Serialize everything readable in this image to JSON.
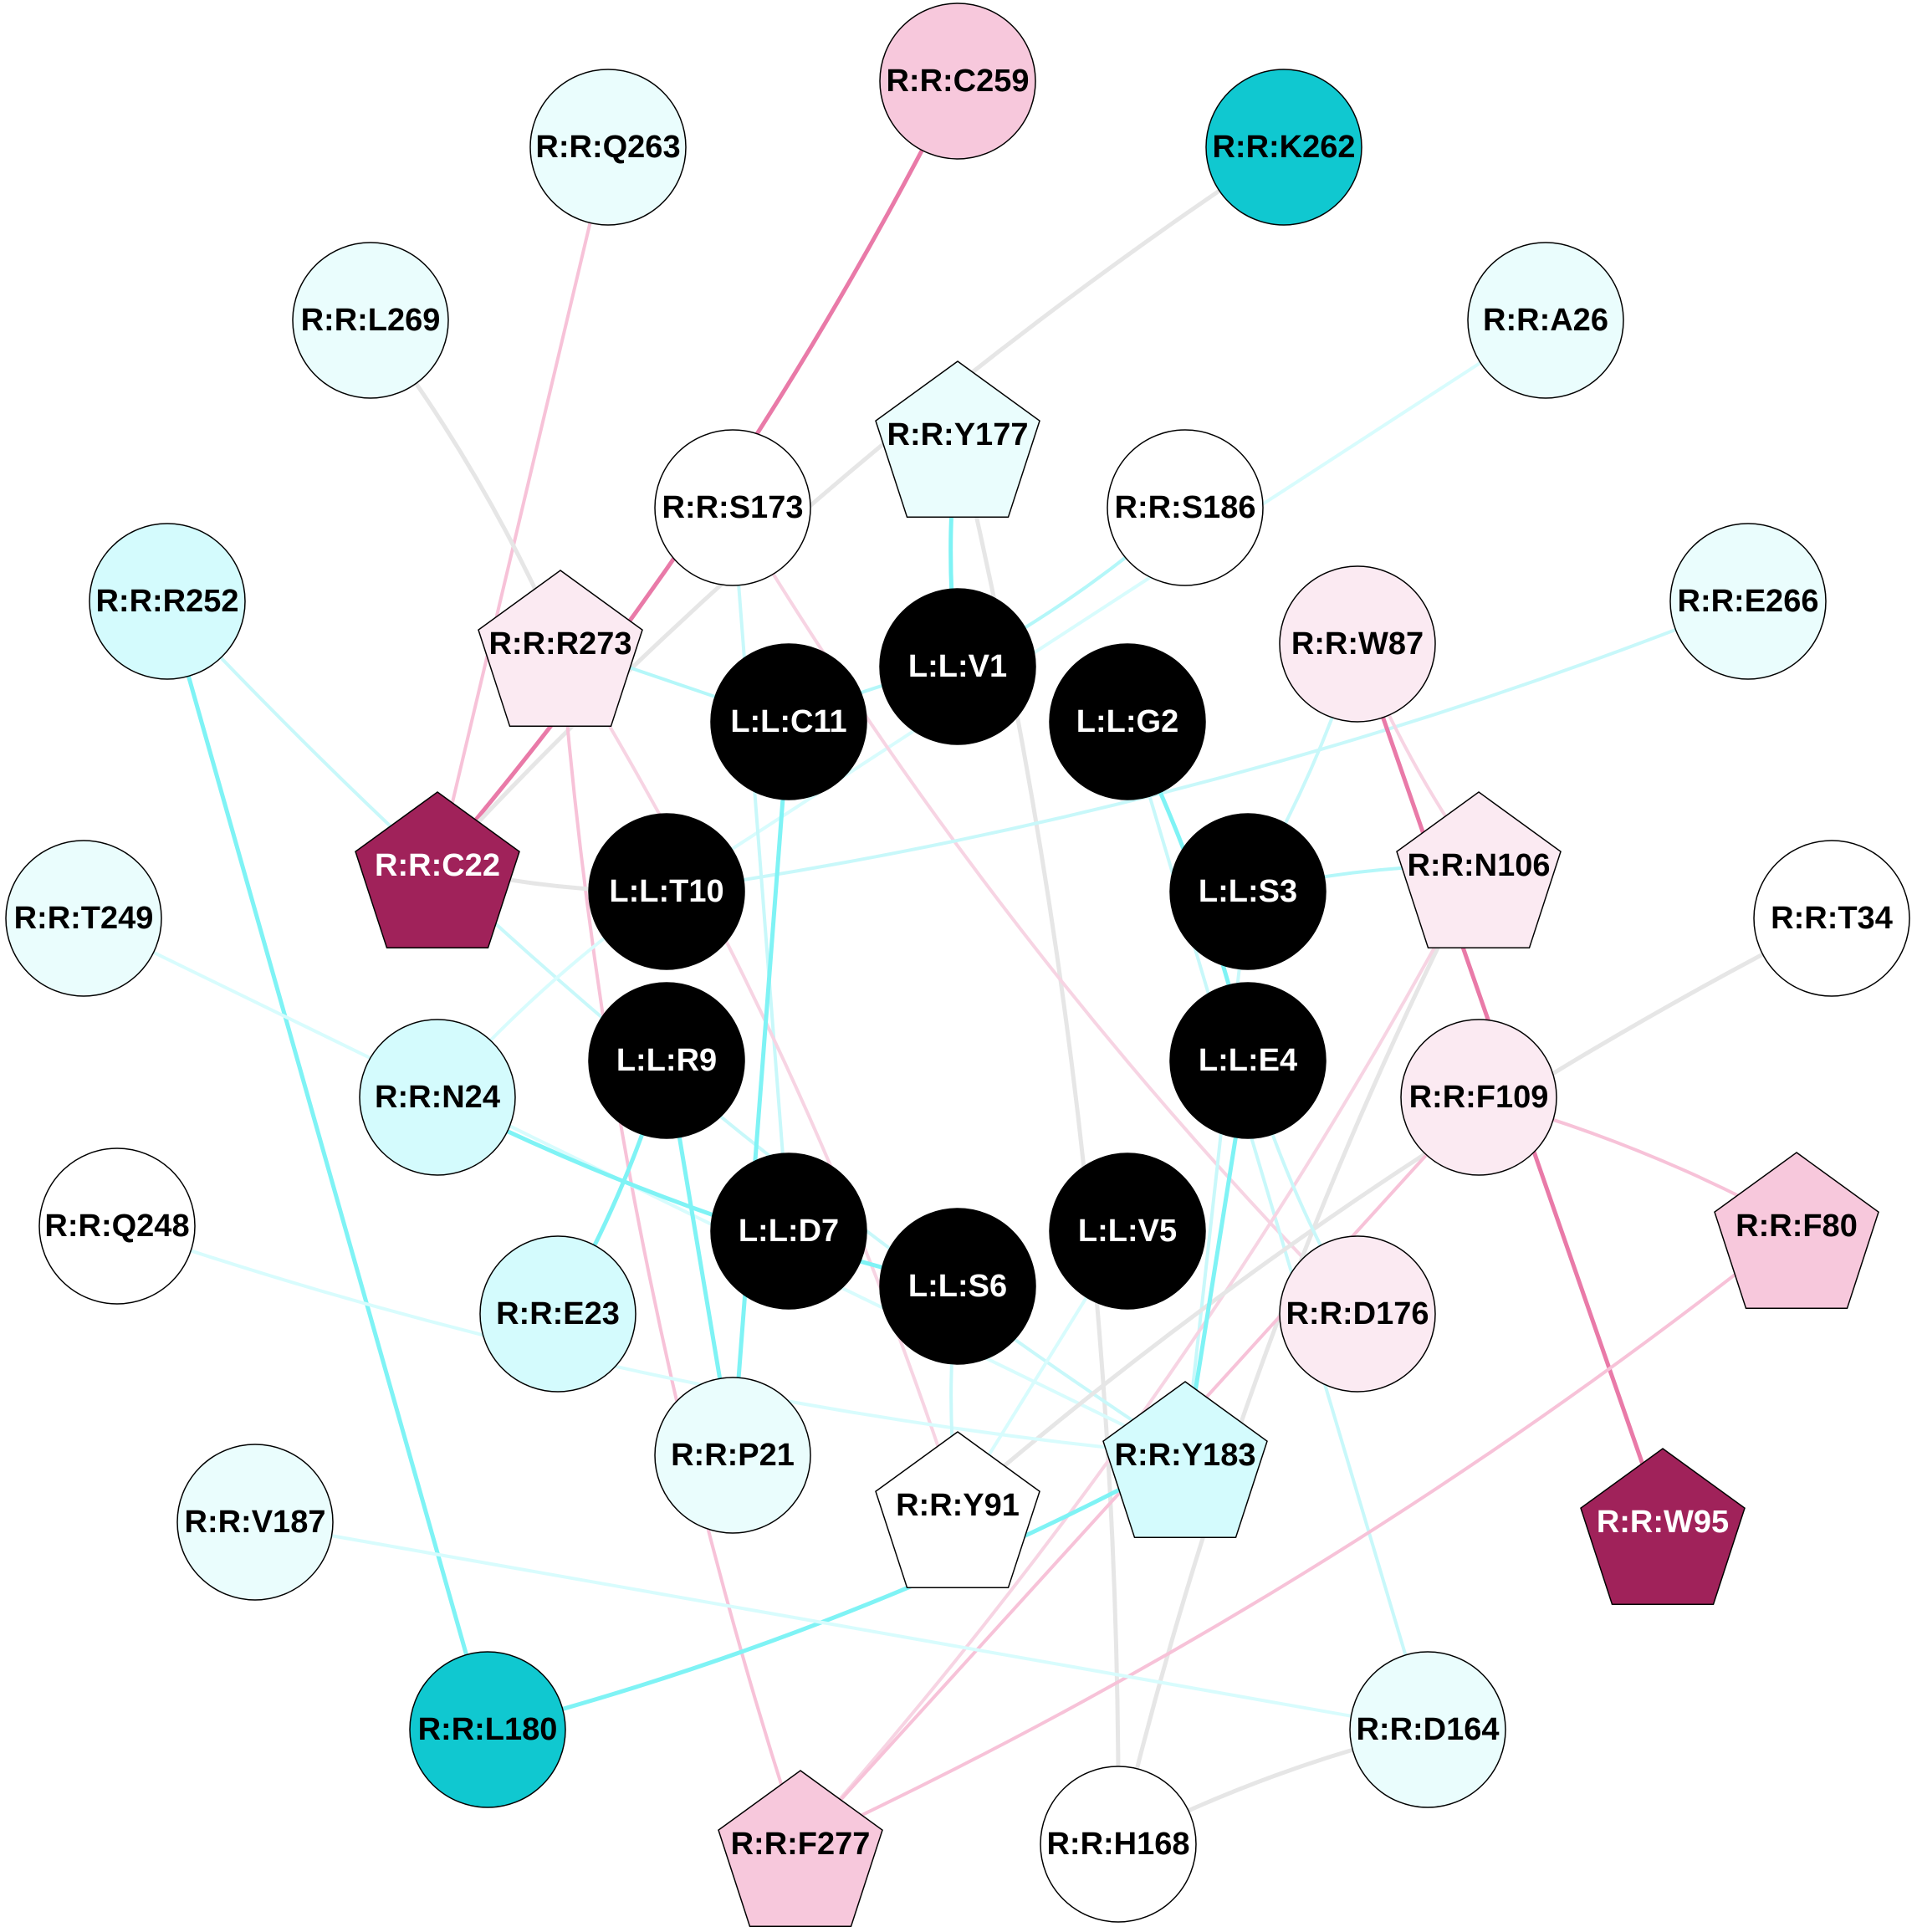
{
  "nodes": [
    {
      "id": "C259",
      "label": "R:R:C259",
      "shape": "circle",
      "fill": "#f7c8dc",
      "text": "#000000"
    },
    {
      "id": "Q263",
      "label": "R:R:Q263",
      "shape": "circle",
      "fill": "#eafdfd",
      "text": "#000000"
    },
    {
      "id": "K262",
      "label": "R:R:K262",
      "shape": "circle",
      "fill": "#10c8d0",
      "text": "#000000"
    },
    {
      "id": "L269",
      "label": "R:R:L269",
      "shape": "circle",
      "fill": "#eafdfd",
      "text": "#000000"
    },
    {
      "id": "A26",
      "label": "R:R:A26",
      "shape": "circle",
      "fill": "#eafdfd",
      "text": "#000000"
    },
    {
      "id": "Y177",
      "label": "R:R:Y177",
      "shape": "pentagon",
      "fill": "#eafdfd",
      "text": "#000000"
    },
    {
      "id": "S173",
      "label": "R:R:S173",
      "shape": "circle",
      "fill": "#ffffff",
      "text": "#000000"
    },
    {
      "id": "S186",
      "label": "R:R:S186",
      "shape": "circle",
      "fill": "#ffffff",
      "text": "#000000"
    },
    {
      "id": "R252",
      "label": "R:R:R252",
      "shape": "circle",
      "fill": "#d4fbfd",
      "text": "#000000"
    },
    {
      "id": "E266",
      "label": "R:R:E266",
      "shape": "circle",
      "fill": "#eafdfd",
      "text": "#000000"
    },
    {
      "id": "R273",
      "label": "R:R:R273",
      "shape": "pentagon",
      "fill": "#fbeaf2",
      "text": "#000000"
    },
    {
      "id": "W87",
      "label": "R:R:W87",
      "shape": "circle",
      "fill": "#fbeaf2",
      "text": "#000000"
    },
    {
      "id": "V1",
      "label": "L:L:V1",
      "shape": "circle",
      "fill": "#000000",
      "text": "#ffffff"
    },
    {
      "id": "C11",
      "label": "L:L:C11",
      "shape": "circle",
      "fill": "#000000",
      "text": "#ffffff"
    },
    {
      "id": "G2",
      "label": "L:L:G2",
      "shape": "circle",
      "fill": "#000000",
      "text": "#ffffff"
    },
    {
      "id": "C22",
      "label": "R:R:C22",
      "shape": "pentagon",
      "fill": "#a0225a",
      "text": "#ffffff"
    },
    {
      "id": "N106",
      "label": "R:R:N106",
      "shape": "pentagon",
      "fill": "#fbeaf2",
      "text": "#000000"
    },
    {
      "id": "T10",
      "label": "L:L:T10",
      "shape": "circle",
      "fill": "#000000",
      "text": "#ffffff"
    },
    {
      "id": "S3",
      "label": "L:L:S3",
      "shape": "circle",
      "fill": "#000000",
      "text": "#ffffff"
    },
    {
      "id": "T249",
      "label": "R:R:T249",
      "shape": "circle",
      "fill": "#eafdfd",
      "text": "#000000"
    },
    {
      "id": "T34",
      "label": "R:R:T34",
      "shape": "circle",
      "fill": "#ffffff",
      "text": "#000000"
    },
    {
      "id": "R9",
      "label": "L:L:R9",
      "shape": "circle",
      "fill": "#000000",
      "text": "#ffffff"
    },
    {
      "id": "E4",
      "label": "L:L:E4",
      "shape": "circle",
      "fill": "#000000",
      "text": "#ffffff"
    },
    {
      "id": "N24",
      "label": "R:R:N24",
      "shape": "circle",
      "fill": "#d4fbfd",
      "text": "#000000"
    },
    {
      "id": "F109",
      "label": "R:R:F109",
      "shape": "circle",
      "fill": "#fbeaf2",
      "text": "#000000"
    },
    {
      "id": "Q248",
      "label": "R:R:Q248",
      "shape": "circle",
      "fill": "#ffffff",
      "text": "#000000"
    },
    {
      "id": "D7",
      "label": "L:L:D7",
      "shape": "circle",
      "fill": "#000000",
      "text": "#ffffff"
    },
    {
      "id": "V5",
      "label": "L:L:V5",
      "shape": "circle",
      "fill": "#000000",
      "text": "#ffffff"
    },
    {
      "id": "F80",
      "label": "R:R:F80",
      "shape": "pentagon",
      "fill": "#f7c8dc",
      "text": "#000000"
    },
    {
      "id": "S6",
      "label": "L:L:S6",
      "shape": "circle",
      "fill": "#000000",
      "text": "#ffffff"
    },
    {
      "id": "E23",
      "label": "R:R:E23",
      "shape": "circle",
      "fill": "#d4fbfd",
      "text": "#000000"
    },
    {
      "id": "D176",
      "label": "R:R:D176",
      "shape": "circle",
      "fill": "#fbeaf2",
      "text": "#000000"
    },
    {
      "id": "P21",
      "label": "R:R:P21",
      "shape": "circle",
      "fill": "#eafdfd",
      "text": "#000000"
    },
    {
      "id": "Y183",
      "label": "R:R:Y183",
      "shape": "pentagon",
      "fill": "#d4fbfd",
      "text": "#000000"
    },
    {
      "id": "Y91",
      "label": "R:R:Y91",
      "shape": "pentagon",
      "fill": "#ffffff",
      "text": "#000000"
    },
    {
      "id": "V187",
      "label": "R:R:V187",
      "shape": "circle",
      "fill": "#eafdfd",
      "text": "#000000"
    },
    {
      "id": "W95",
      "label": "R:R:W95",
      "shape": "pentagon",
      "fill": "#a0225a",
      "text": "#ffffff"
    },
    {
      "id": "L180",
      "label": "R:R:L180",
      "shape": "circle",
      "fill": "#10c8d0",
      "text": "#000000"
    },
    {
      "id": "D164",
      "label": "R:R:D164",
      "shape": "circle",
      "fill": "#eafdfd",
      "text": "#000000"
    },
    {
      "id": "F277",
      "label": "R:R:F277",
      "shape": "pentagon",
      "fill": "#f7c8dc",
      "text": "#000000"
    },
    {
      "id": "H168",
      "label": "R:R:H168",
      "shape": "circle",
      "fill": "#ffffff",
      "text": "#000000"
    }
  ],
  "edges": [
    {
      "from": "C259",
      "to": "C22",
      "color": "#e97aa8"
    },
    {
      "from": "Q263",
      "to": "C22",
      "color": "#f7c2d8"
    },
    {
      "from": "K262",
      "to": "C22",
      "color": "#e6e6e6"
    },
    {
      "from": "L269",
      "to": "R273",
      "color": "#e6e6e6"
    },
    {
      "from": "A26",
      "to": "T10",
      "color": "#d8fcfd"
    },
    {
      "from": "Y177",
      "to": "V1",
      "color": "#7ff3f5"
    },
    {
      "from": "Y177",
      "to": "H168",
      "color": "#e6e6e6"
    },
    {
      "from": "S173",
      "to": "D7",
      "color": "#c8f8fa"
    },
    {
      "from": "S173",
      "to": "D176",
      "color": "#f7d4e3"
    },
    {
      "from": "S186",
      "to": "V1",
      "color": "#b4f7f9"
    },
    {
      "from": "R252",
      "to": "L180",
      "color": "#7ff3f5"
    },
    {
      "from": "R252",
      "to": "Y183",
      "color": "#c8f8fa"
    },
    {
      "from": "E266",
      "to": "T10",
      "color": "#c8f8fa"
    },
    {
      "from": "R273",
      "to": "C11",
      "color": "#b4f7f9"
    },
    {
      "from": "R273",
      "to": "F277",
      "color": "#f7c2d8"
    },
    {
      "from": "R273",
      "to": "Y91",
      "color": "#f7d4e3"
    },
    {
      "from": "W87",
      "to": "W95",
      "color": "#e97aa8"
    },
    {
      "from": "W87",
      "to": "N106",
      "color": "#f7d4e3"
    },
    {
      "from": "W87",
      "to": "S3",
      "color": "#c8f8fa"
    },
    {
      "from": "C11",
      "to": "P21",
      "color": "#7ff3f5"
    },
    {
      "from": "V1",
      "to": "C11",
      "color": "#b4f7f9"
    },
    {
      "from": "G2",
      "to": "E4",
      "color": "#7ff3f5"
    },
    {
      "from": "G2",
      "to": "D164",
      "color": "#c8f8fa"
    },
    {
      "from": "C22",
      "to": "T10",
      "color": "#e6e6e6"
    },
    {
      "from": "S3",
      "to": "N106",
      "color": "#b4f7f9"
    },
    {
      "from": "S3",
      "to": "Y183",
      "color": "#c8f8fa"
    },
    {
      "from": "N106",
      "to": "H168",
      "color": "#e6e6e6"
    },
    {
      "from": "N106",
      "to": "F277",
      "color": "#f7d4e3"
    },
    {
      "from": "T249",
      "to": "Y183",
      "color": "#d8fcfd"
    },
    {
      "from": "T34",
      "to": "Y91",
      "color": "#e6e6e6"
    },
    {
      "from": "R9",
      "to": "E23",
      "color": "#7ff3f5"
    },
    {
      "from": "R9",
      "to": "P21",
      "color": "#7ff3f5"
    },
    {
      "from": "N24",
      "to": "S6",
      "color": "#7ff3f5"
    },
    {
      "from": "N24",
      "to": "T10",
      "color": "#d8fcfd"
    },
    {
      "from": "E4",
      "to": "Y183",
      "color": "#7ff3f5"
    },
    {
      "from": "E4",
      "to": "D176",
      "color": "#c8f8fa"
    },
    {
      "from": "F109",
      "to": "F80",
      "color": "#f7c2d8"
    },
    {
      "from": "F109",
      "to": "F277",
      "color": "#f7c2d8"
    },
    {
      "from": "Q248",
      "to": "Y183",
      "color": "#d8fcfd"
    },
    {
      "from": "F80",
      "to": "F277",
      "color": "#f7c2d8"
    },
    {
      "from": "V5",
      "to": "Y91",
      "color": "#d8fcfd"
    },
    {
      "from": "S6",
      "to": "Y91",
      "color": "#c8f8fa"
    },
    {
      "from": "Y183",
      "to": "L180",
      "color": "#7ff3f5"
    },
    {
      "from": "V187",
      "to": "D164",
      "color": "#d8fcfd"
    },
    {
      "from": "D164",
      "to": "H168",
      "color": "#e6e6e6"
    }
  ]
}
